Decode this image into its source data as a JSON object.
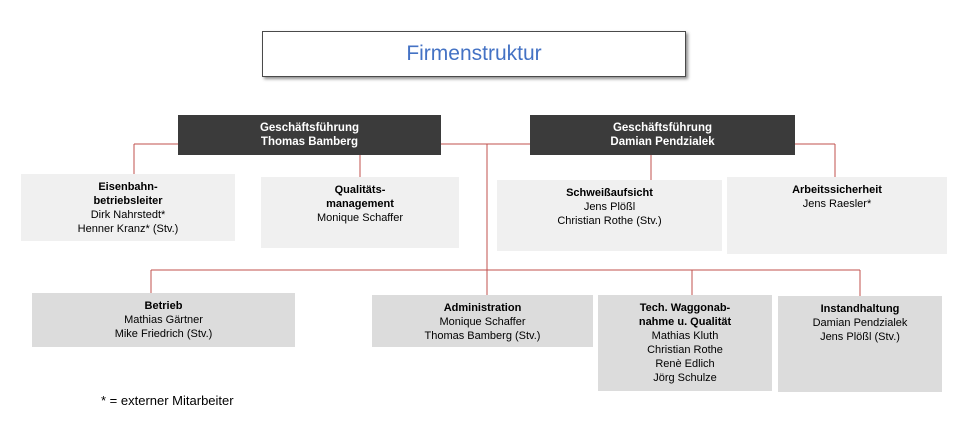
{
  "title": "Firmenstruktur",
  "leaders": [
    {
      "role": "Geschäftsführung",
      "name": "Thomas Bamberg"
    },
    {
      "role": "Geschäftsführung",
      "name": "Damian Pendzialek"
    }
  ],
  "staff": [
    {
      "title_lines": [
        "Eisenbahn-",
        "betriebsleiter"
      ],
      "people": [
        "Dirk Nahrstedt*",
        "Henner Kranz* (Stv.)"
      ]
    },
    {
      "title_lines": [
        "Qualitäts-",
        "management"
      ],
      "people": [
        "Monique Schaffer"
      ]
    },
    {
      "title_lines": [
        "Schweißaufsicht"
      ],
      "people": [
        "Jens Plößl",
        "Christian Rothe (Stv.)"
      ]
    },
    {
      "title_lines": [
        "Arbeitssicherheit"
      ],
      "people": [
        "Jens Raesler*"
      ]
    }
  ],
  "departments": [
    {
      "title_lines": [
        "Betrieb"
      ],
      "people": [
        "Mathias Gärtner",
        "Mike Friedrich (Stv.)"
      ]
    },
    {
      "title_lines": [
        "Administration"
      ],
      "people": [
        "Monique Schaffer",
        "Thomas Bamberg (Stv.)"
      ]
    },
    {
      "title_lines": [
        "Tech. Waggonab-",
        "nahme u. Qualität"
      ],
      "people": [
        "Mathias Kluth",
        "Christian Rothe",
        "Renè Edlich",
        "Jörg Schulze"
      ]
    },
    {
      "title_lines": [
        "Instandhaltung"
      ],
      "people": [
        "Damian Pendzialek",
        "Jens Plößl (Stv.)"
      ]
    }
  ],
  "footnote": "* = externer Mitarbeiter",
  "colors": {
    "title": "#4472c4",
    "connector": "#c0504d",
    "leader_bg": "#3b3b3b",
    "staff_bg": "#f0f0f0",
    "dept_bg": "#dcdcdc"
  }
}
